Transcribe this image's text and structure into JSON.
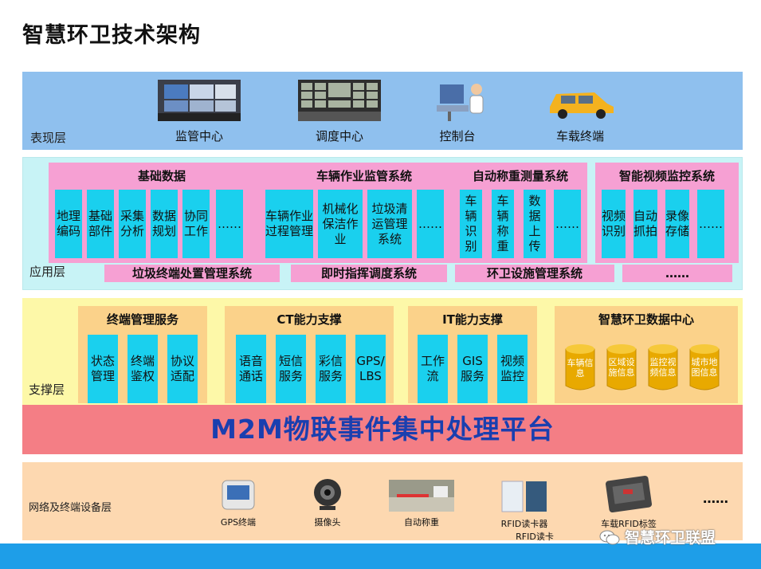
{
  "title": "智慧环卫技术架构",
  "presentation": {
    "label": "表现层",
    "items": [
      "监管中心",
      "调度中心",
      "控制台",
      "车载终端"
    ]
  },
  "application": {
    "label": "应用层",
    "groups": [
      {
        "title": "基础数据",
        "cells": [
          "地理编码",
          "基础部件",
          "采集分析",
          "数据规划",
          "协同工作",
          "……"
        ]
      },
      {
        "title": "车辆作业监管系统",
        "cells": [
          "车辆作业过程管理",
          "机械化保洁作业",
          "垃圾清运管理系统",
          "……"
        ]
      },
      {
        "title": "自动称重测量系统",
        "cells": [
          "车辆识别",
          "车辆称重",
          "数据上传",
          "……"
        ]
      },
      {
        "title": "智能视频监控系统",
        "cells": [
          "视频识别",
          "自动抓拍",
          "录像存储",
          "……"
        ]
      }
    ],
    "bars": [
      "垃圾终端处置管理系统",
      "即时指挥调度系统",
      "环卫设施管理系统",
      "……"
    ]
  },
  "support": {
    "label": "支撑层",
    "groups": [
      {
        "title": "终端管理服务",
        "cells": [
          "状态管理",
          "终端鉴权",
          "协议适配"
        ]
      },
      {
        "title": "CT能力支撑",
        "cells": [
          "语音通话",
          "短信服务",
          "彩信服务",
          "GPS/LBS"
        ]
      },
      {
        "title": "IT能力支撑",
        "cells": [
          "工作流",
          "GIS服务",
          "视频监控"
        ]
      },
      {
        "title": "智慧环卫数据中心",
        "cells": [
          "车辆信息",
          "区域设施信息",
          "监控视频信息",
          "城市地图信息"
        ]
      }
    ]
  },
  "m2m": "M2M物联事件集中处理平台",
  "network": {
    "label": "网络及终端设备层",
    "devices": [
      "GPS终端",
      "摄像头",
      "自动称重",
      "RFID读卡器",
      "RFID读卡器",
      "车载RFID标签",
      "……"
    ]
  },
  "brand": "智慧环卫联盟"
}
